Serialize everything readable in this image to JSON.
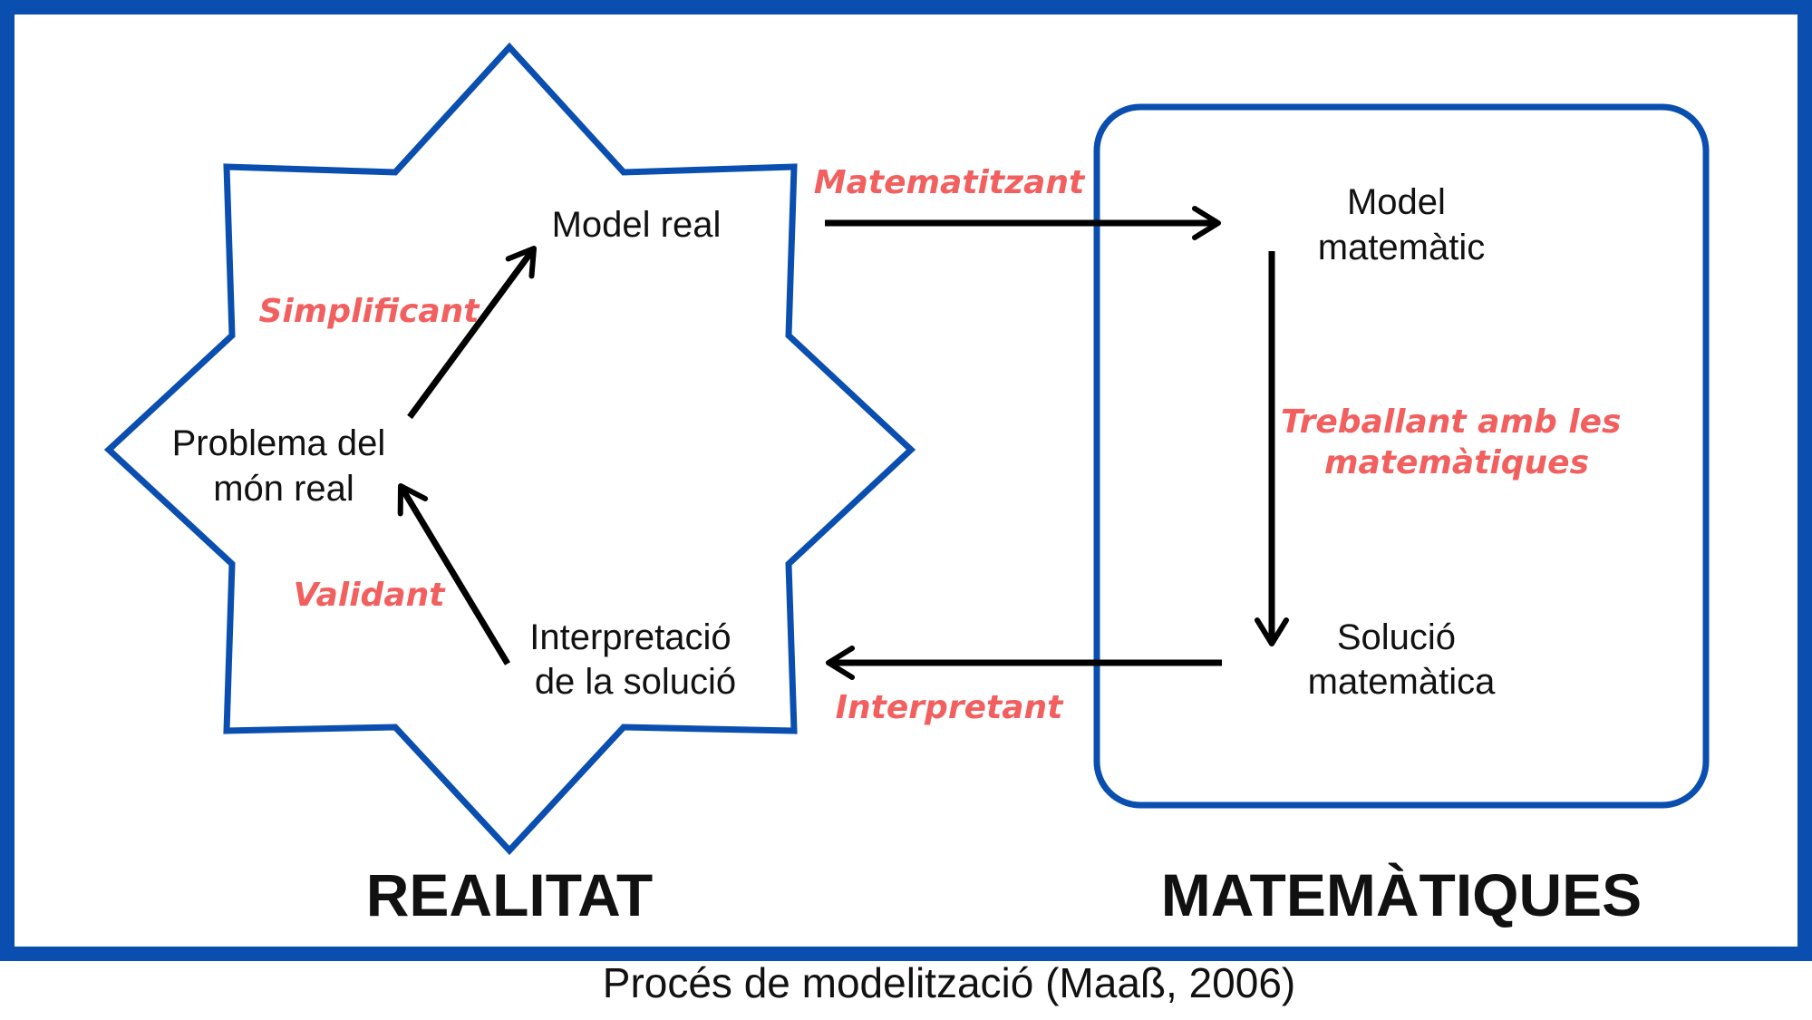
{
  "colors": {
    "frame": "#0a4fb0",
    "shape_outline": "#0a4fb0",
    "arrow": "#000000",
    "verb": "#f25f5f",
    "text": "#111111"
  },
  "realitat": {
    "title": "REALITAT",
    "model_real": "Model real",
    "problema": [
      "Problema del",
      "món real"
    ],
    "interpretacio": [
      "Interpretació",
      "de la solució"
    ],
    "simplificant": "Simplificant",
    "validant": "Validant"
  },
  "matematiques": {
    "title": "MATEMÀTIQUES",
    "model_matematic": [
      "Model",
      "matemàtic"
    ],
    "solucio": [
      "Solució",
      "matemàtica"
    ],
    "treballant": [
      "Treballant amb les",
      "matemàtiques"
    ]
  },
  "transitions": {
    "matematitzant": "Matematitzant",
    "interpretant": "Interpretant"
  },
  "caption": "Procés de modelització (Maaß, 2006)"
}
